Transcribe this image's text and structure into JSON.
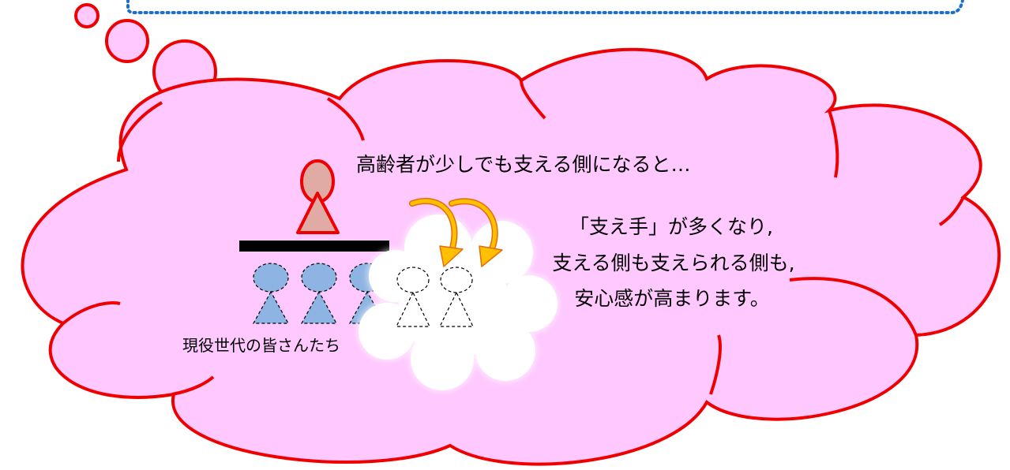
{
  "headline": "高齢者が少しでも支える側になると…",
  "message_lines": [
    "「支え手」が多くなり,",
    "支える側も支えられる側も,",
    "安心感が高まります。"
  ],
  "group_label": "現役世代の皆さんたち",
  "colors": {
    "cloud_fill": "#ffc8ff",
    "cloud_stroke": "#ee0000",
    "elder_fill": "#e0aaa5",
    "worker_fill": "#8eb4e3",
    "dotted_border": "#1f6fc4",
    "arrow_fill": "#ffc000",
    "arrow_stroke": "#e46c0a"
  }
}
